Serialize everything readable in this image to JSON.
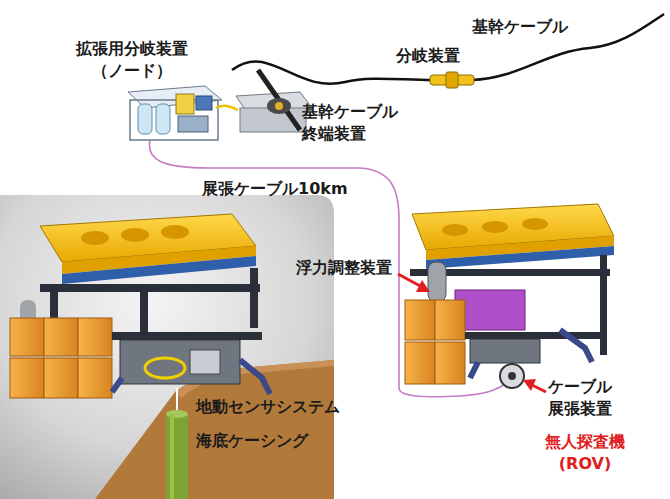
{
  "diagram": {
    "labels": [
      "基幹ケーブル",
      "分岐装置",
      "拡張用分岐装置 （ノード）",
      "基幹ケーブル 終端装置",
      "展張ケーブル10km",
      "浮力調整装置",
      "ケーブル 展張装置",
      "無人探査機 (ROV)",
      "地動センサシステム",
      "海底ケーシング"
    ]
  }
}
